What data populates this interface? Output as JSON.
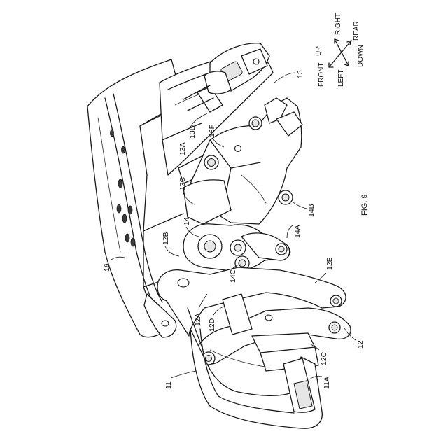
{
  "figure": {
    "caption": "FIG. 9"
  },
  "directions": {
    "up": "UP",
    "down": "DOWN",
    "front": "FRONT",
    "rear": "REAR",
    "left": "LEFT",
    "right": "RIGHT"
  },
  "labels": {
    "l11": "11",
    "l11A": "11A",
    "l12": "12",
    "l12A": "12A",
    "l12B": "12B",
    "l12C": "12C",
    "l12D": "12D",
    "l12E": "12E",
    "l13": "13",
    "l13A": "13A",
    "l13C": "13C",
    "l13D": "13D",
    "l13F": "13F",
    "l14": "14",
    "l14A": "14A",
    "l14B": "14B",
    "l14C": "14C",
    "l16": "16"
  }
}
